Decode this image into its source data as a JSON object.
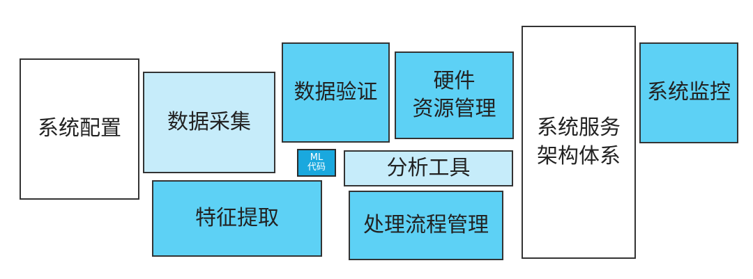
{
  "diagram": {
    "blocks": {
      "system_config": "系统配置",
      "data_collection": "数据采集",
      "data_validation": "数据验证",
      "hardware_resource": "硬件\n资源管理",
      "system_service": "系统服务\n架构体系",
      "system_monitor": "系统监控",
      "ml_code": "ML\n代码",
      "analysis_tools": "分析工具",
      "feature_extraction": "特征提取",
      "process_management": "处理流程管理"
    },
    "colors": {
      "white": "#ffffff",
      "light_blue": "#c6ecfa",
      "blue": "#5dd1f5",
      "ml_blue": "#1aa8de",
      "border": "#333333"
    }
  }
}
